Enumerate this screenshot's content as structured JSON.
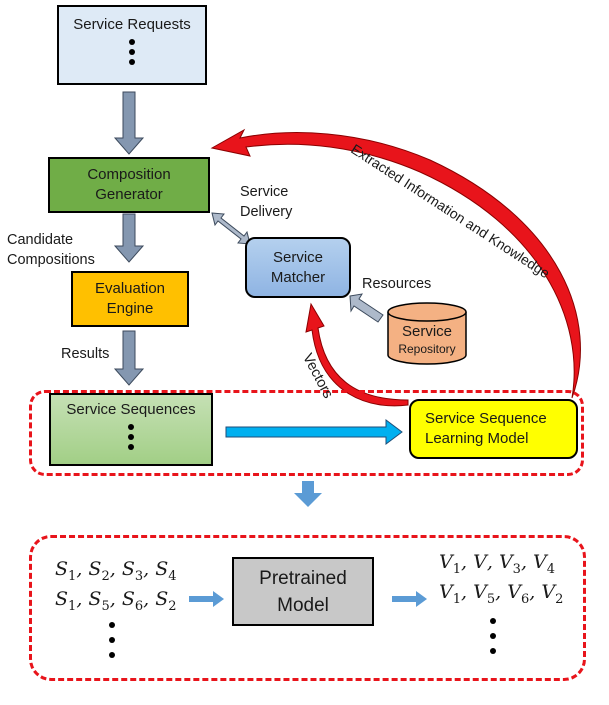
{
  "nodes": {
    "service_requests": "Service Requests",
    "composition_generator": [
      "Composition",
      "Generator"
    ],
    "evaluation_engine": [
      "Evaluation",
      "Engine"
    ],
    "service_matcher": [
      "Service",
      "Matcher"
    ],
    "service_repository": [
      "Service",
      "Repository"
    ],
    "service_sequences": "Service Sequences",
    "learning_model": [
      "Service Sequence",
      "Learning Model"
    ],
    "pretrained_model": [
      "Pretrained",
      "Model"
    ]
  },
  "edge_labels": {
    "service_delivery": [
      "Service",
      "Delivery"
    ],
    "candidate_compositions": [
      "Candidate",
      "Compositions"
    ],
    "results": "Results",
    "resources": "Resources",
    "vectors": "Vectors",
    "extracted": "Extracted Information and Knowledge"
  },
  "sequences_input": [
    [
      "S",
      "1",
      "S",
      "2",
      "S",
      "3",
      "S",
      "4"
    ],
    [
      "S",
      "1",
      "S",
      "5",
      "S",
      "6",
      "S",
      "2"
    ]
  ],
  "sequences_output": [
    [
      "V",
      "1",
      "V",
      "",
      "V",
      "3",
      "V",
      "4"
    ],
    [
      "V",
      "1",
      "V",
      "5",
      "V",
      "6",
      "V",
      "2"
    ]
  ],
  "colors": {
    "requests": "#deeaf6",
    "generator": "#70ad47",
    "evaluation": "#ffc000",
    "matcher": "#9dc3e6",
    "repository": "#f4b183",
    "sequences": "#a9d18e",
    "learning": "#ffff00",
    "pretrained": "#c8c8c8",
    "gray_arrow": "#8497b0",
    "red_arrow": "#e8141b",
    "cyan_arrow": "#00b0f0",
    "blue_arrow": "#5b9bd5"
  }
}
